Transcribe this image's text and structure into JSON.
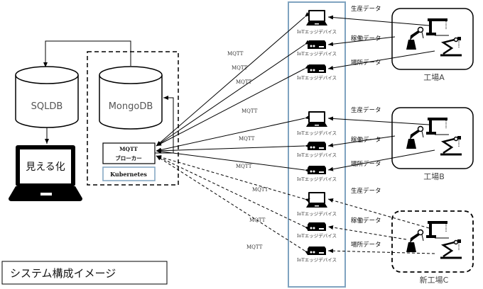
{
  "title": "システム構成イメージ",
  "databases": {
    "sql": "SQLDB",
    "mongo": "MongoDB"
  },
  "visualization": "見える化",
  "broker": {
    "line1": "MQTT",
    "line2": "ブローカー"
  },
  "platform": "Kubernetes",
  "protocol_label": "MQTT",
  "device_label": "IoTエッジデバイス",
  "data_types": [
    "生産データ",
    "稼働データ",
    "場所データ"
  ],
  "factories": [
    {
      "name": "工場A",
      "status": "existing"
    },
    {
      "name": "工場B",
      "status": "existing"
    },
    {
      "name": "新工場C",
      "status": "new"
    }
  ],
  "colors": {
    "device_panel_border": "#7fa3c0",
    "kubernetes_border": "#7fa3c0",
    "line": "#000000"
  }
}
